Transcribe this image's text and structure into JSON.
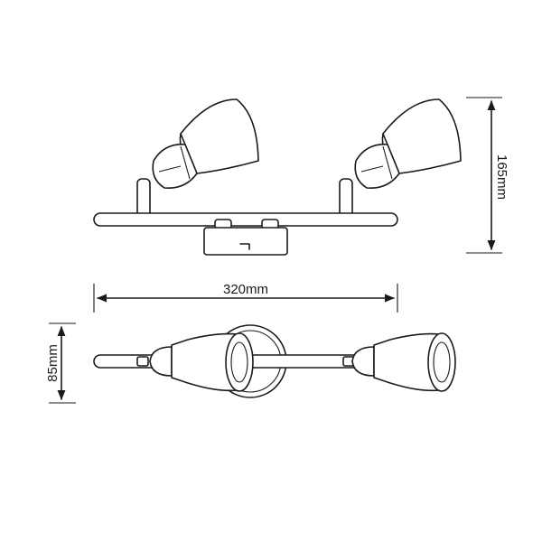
{
  "dimensions": {
    "height": "165mm",
    "width": "320mm",
    "depth": "85mm"
  }
}
